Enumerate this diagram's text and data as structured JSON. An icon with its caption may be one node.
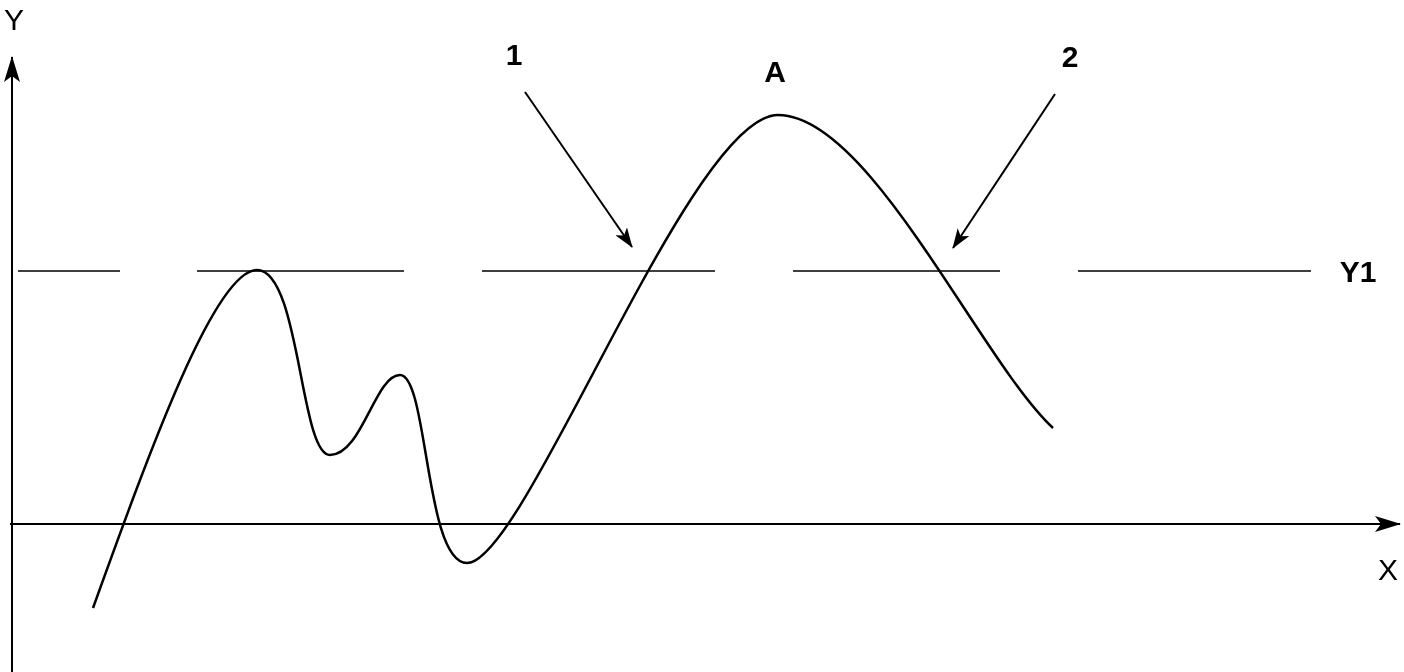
{
  "diagram": {
    "nodes": [
      {
        "text": [
          "1"
        ]
      },
      {
        "text": [
          "2"
        ]
      }
    ],
    "edges": [
      {
        "from": 0,
        "to": null,
        "arrow": "to"
      },
      {
        "from": 1,
        "to": null,
        "arrow": "to"
      }
    ],
    "labels": [
      "Y",
      "A",
      "Y1",
      "X"
    ]
  }
}
